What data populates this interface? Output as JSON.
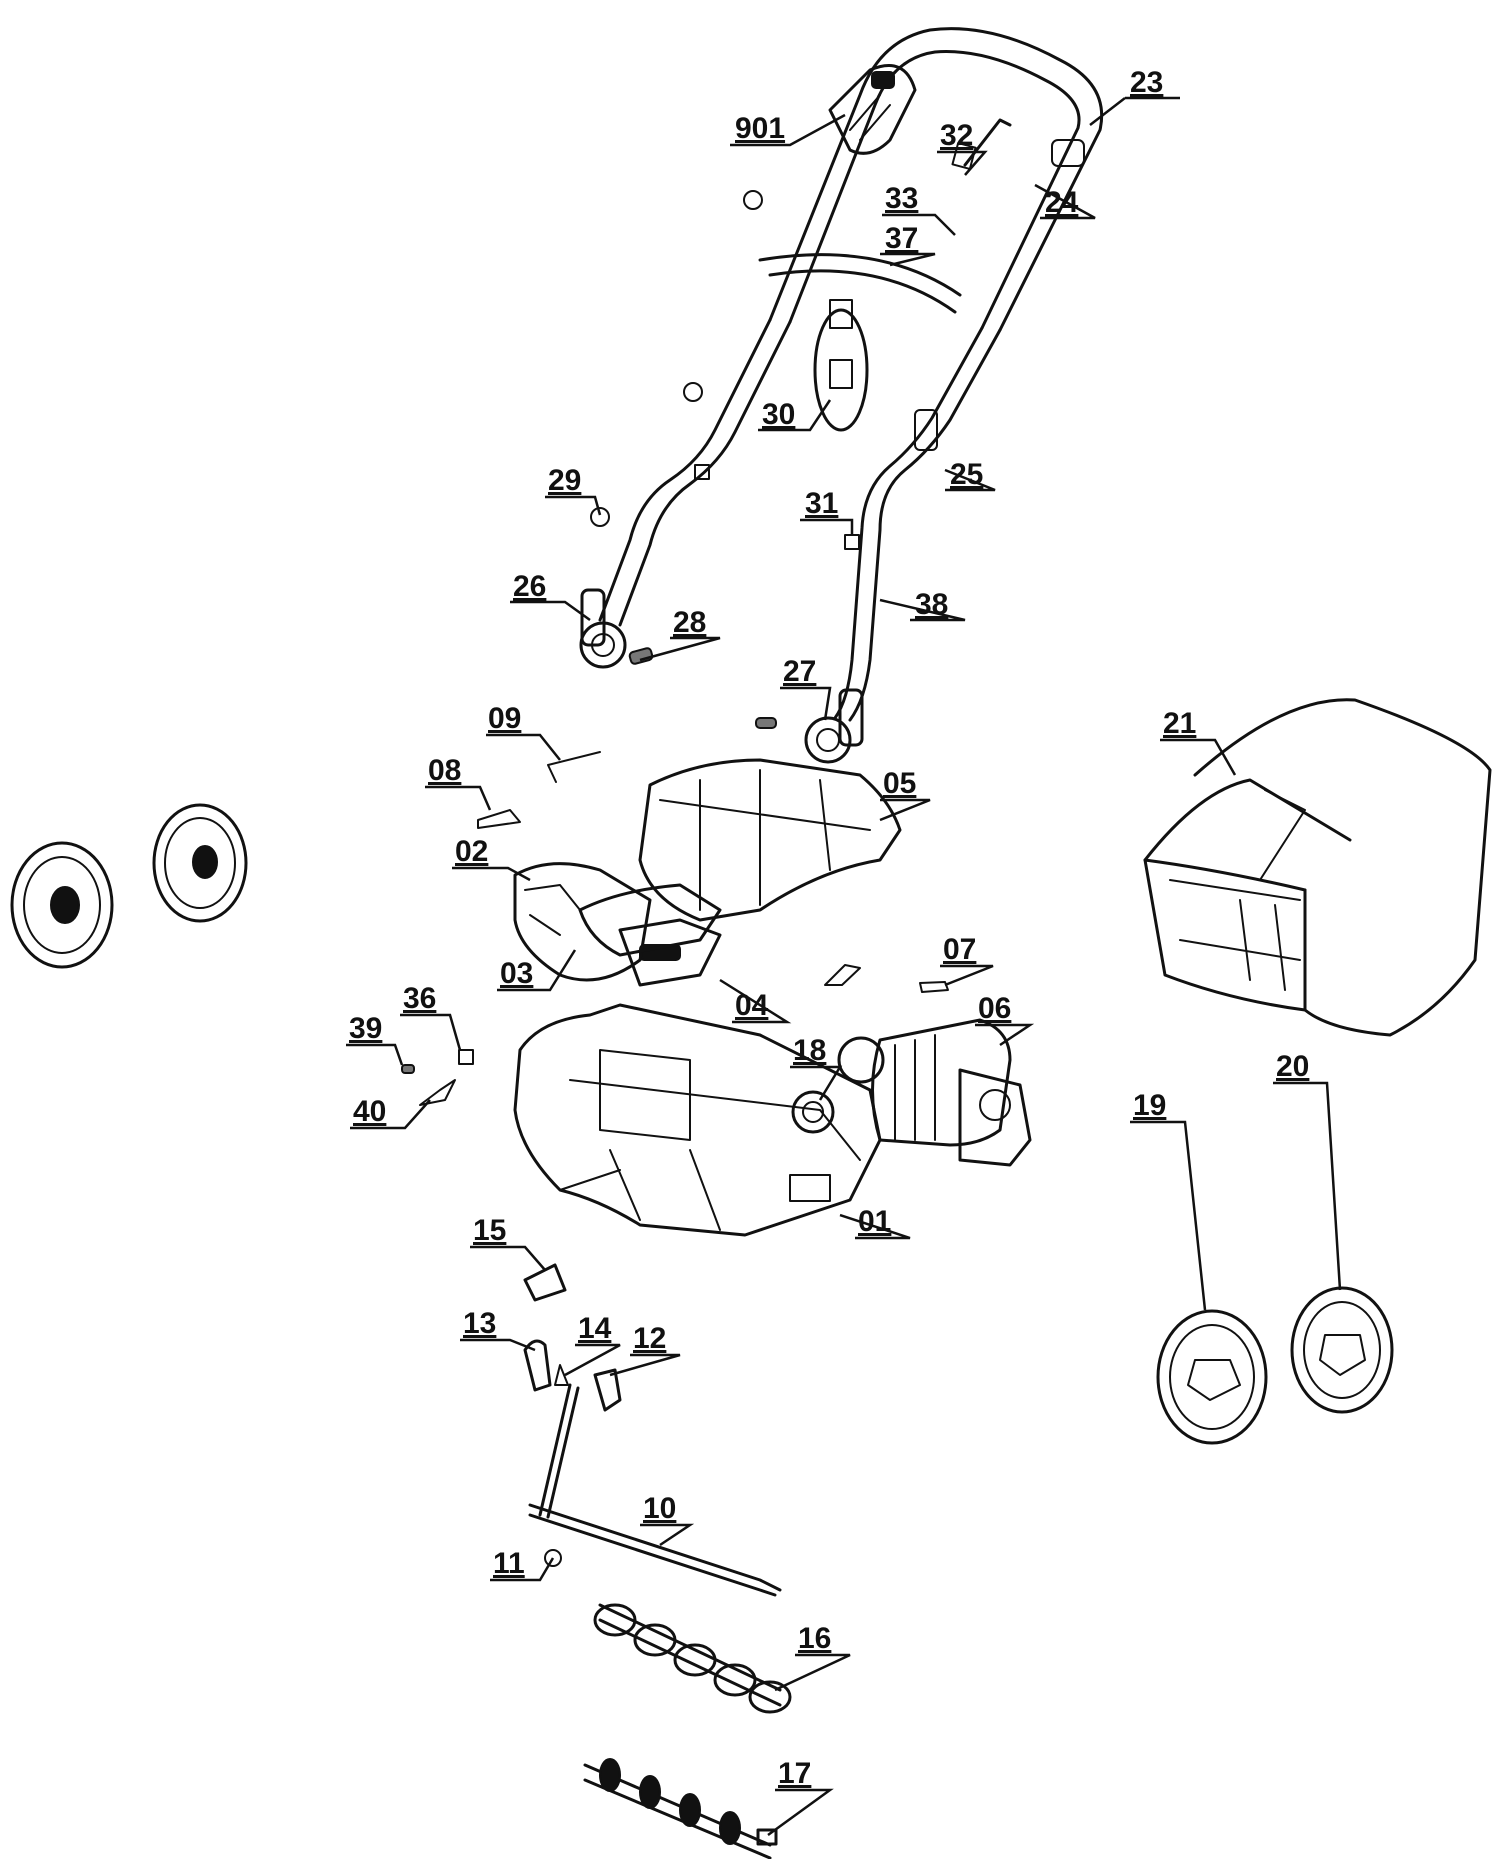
{
  "callouts": [
    {
      "id": "c23",
      "label": "23"
    },
    {
      "id": "c901",
      "label": "901"
    },
    {
      "id": "c32",
      "label": "32"
    },
    {
      "id": "c33",
      "label": "33"
    },
    {
      "id": "c24",
      "label": "24"
    },
    {
      "id": "c37",
      "label": "37"
    },
    {
      "id": "c30",
      "label": "30"
    },
    {
      "id": "c29",
      "label": "29"
    },
    {
      "id": "c25",
      "label": "25"
    },
    {
      "id": "c31",
      "label": "31"
    },
    {
      "id": "c26",
      "label": "26"
    },
    {
      "id": "c28",
      "label": "28"
    },
    {
      "id": "c38",
      "label": "38"
    },
    {
      "id": "c27",
      "label": "27"
    },
    {
      "id": "c21",
      "label": "21"
    },
    {
      "id": "c09",
      "label": "09"
    },
    {
      "id": "c08",
      "label": "08"
    },
    {
      "id": "c05",
      "label": "05"
    },
    {
      "id": "c02",
      "label": "02"
    },
    {
      "id": "c07",
      "label": "07"
    },
    {
      "id": "c03",
      "label": "03"
    },
    {
      "id": "c36",
      "label": "36"
    },
    {
      "id": "c04",
      "label": "04"
    },
    {
      "id": "c06",
      "label": "06"
    },
    {
      "id": "c39",
      "label": "39"
    },
    {
      "id": "c18",
      "label": "18"
    },
    {
      "id": "c40",
      "label": "40"
    },
    {
      "id": "c01",
      "label": "01"
    },
    {
      "id": "c15",
      "label": "15"
    },
    {
      "id": "c20",
      "label": "20"
    },
    {
      "id": "c19",
      "label": "19"
    },
    {
      "id": "c13",
      "label": "13"
    },
    {
      "id": "c14",
      "label": "14"
    },
    {
      "id": "c12",
      "label": "12"
    },
    {
      "id": "c10",
      "label": "10"
    },
    {
      "id": "c11",
      "label": "11"
    },
    {
      "id": "c16",
      "label": "16"
    },
    {
      "id": "c17",
      "label": "17"
    }
  ]
}
